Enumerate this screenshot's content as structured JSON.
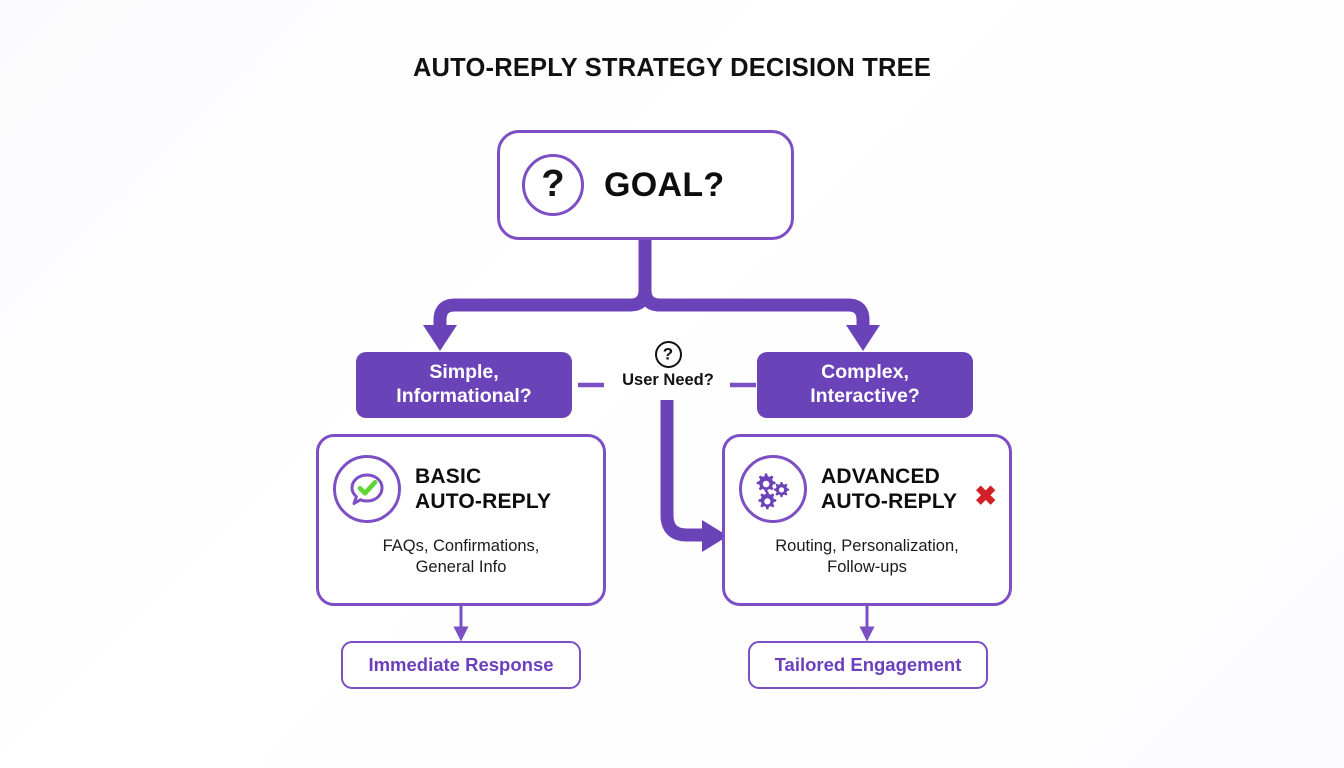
{
  "title": "AUTO-REPLY STRATEGY DECISION TREE",
  "colors": {
    "purple_fill": "#6b43b8",
    "purple_stroke": "#7c4fc4",
    "purple_text": "#6b3fbd",
    "green_check": "#5dd633",
    "red_x": "#d12026",
    "background": "#fdfdfd",
    "black_text": "#111111"
  },
  "root": {
    "icon": "question-mark-circle-icon",
    "icon_glyph": "?",
    "label": "GOAL?"
  },
  "decision": {
    "icon": "question-mark-circle-icon",
    "icon_glyph": "?",
    "label": "User Need?"
  },
  "branches": [
    {
      "id": "left",
      "label_line1": "Simple,",
      "label_line2": "Informational?"
    },
    {
      "id": "right",
      "label_line1": "Complex,",
      "label_line2": "Interactive?"
    }
  ],
  "cards": [
    {
      "id": "basic",
      "icon": "speech-bubble-check-icon",
      "heading_line1": "BASIC",
      "heading_line2": "AUTO-REPLY",
      "sub_line1": "FAQs, Confirmations,",
      "sub_line2": "General Info",
      "marker": null
    },
    {
      "id": "advanced",
      "icon": "gears-icon",
      "heading_line1": "ADVANCED",
      "heading_line2": "AUTO-REPLY",
      "sub_line1": "Routing, Personalization,",
      "sub_line2": "Follow-ups",
      "marker": "✖",
      "marker_name": "red-x-marker"
    }
  ],
  "outcomes": [
    {
      "id": "left",
      "label": "Immediate Response"
    },
    {
      "id": "right",
      "label": "Tailored Engagement"
    }
  ]
}
